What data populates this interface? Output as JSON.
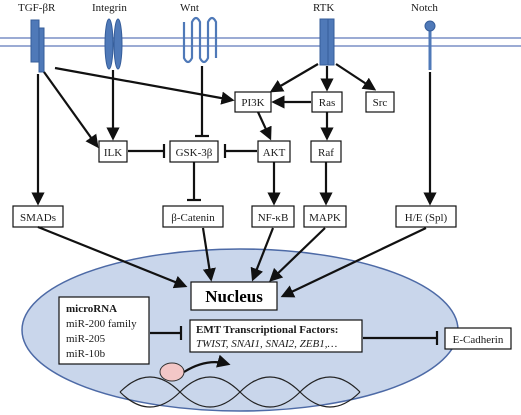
{
  "receptors": {
    "tgfbr": "TGF-βR",
    "integrin": "Integrin",
    "wnt": "Wnt",
    "rtk": "RTK",
    "notch": "Notch"
  },
  "nodes": {
    "pi3k": "PI3K",
    "ras": "Ras",
    "src": "Src",
    "ilk": "ILK",
    "gsk3b": "GSK-3β",
    "akt": "AKT",
    "raf": "Raf",
    "smads": "SMADs",
    "bcatenin": "β-Catenin",
    "nfkb": "NF-κB",
    "mapk": "MAPK",
    "he": "H/E (Spl)",
    "nucleus": "Nucleus",
    "ecadherin": "E-Cadherin"
  },
  "mirna": {
    "title": "microRNA",
    "items": [
      "miR-200 family",
      "miR-205",
      "miR-10b"
    ]
  },
  "emt": {
    "title": "EMT Transcriptional Factors:",
    "factors": "TWIST, SNAI1, SNAI2, ZEB1,…"
  },
  "colors": {
    "membrane": "#7a8fc6",
    "receptor": "#4f79b8",
    "receptor_dark": "#355d9a",
    "nucleus_fill": "#c9d6eb",
    "nucleus_stroke": "#4d6aa6",
    "nucleolus": "#f3c7c7"
  }
}
